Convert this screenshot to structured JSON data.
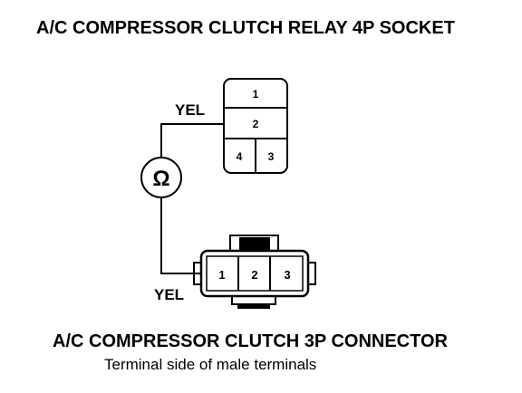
{
  "relay_socket": {
    "title": "A/C COMPRESSOR CLUTCH RELAY 4P SOCKET",
    "terminals": [
      "1",
      "2",
      "4",
      "3"
    ],
    "wire_label": "YEL"
  },
  "connector": {
    "title": "A/C COMPRESSOR CLUTCH 3P CONNECTOR",
    "subtitle": "Terminal side of male terminals",
    "terminals": [
      "1",
      "2",
      "3"
    ],
    "wire_label": "YEL"
  },
  "meter": {
    "symbol": "Ω"
  }
}
